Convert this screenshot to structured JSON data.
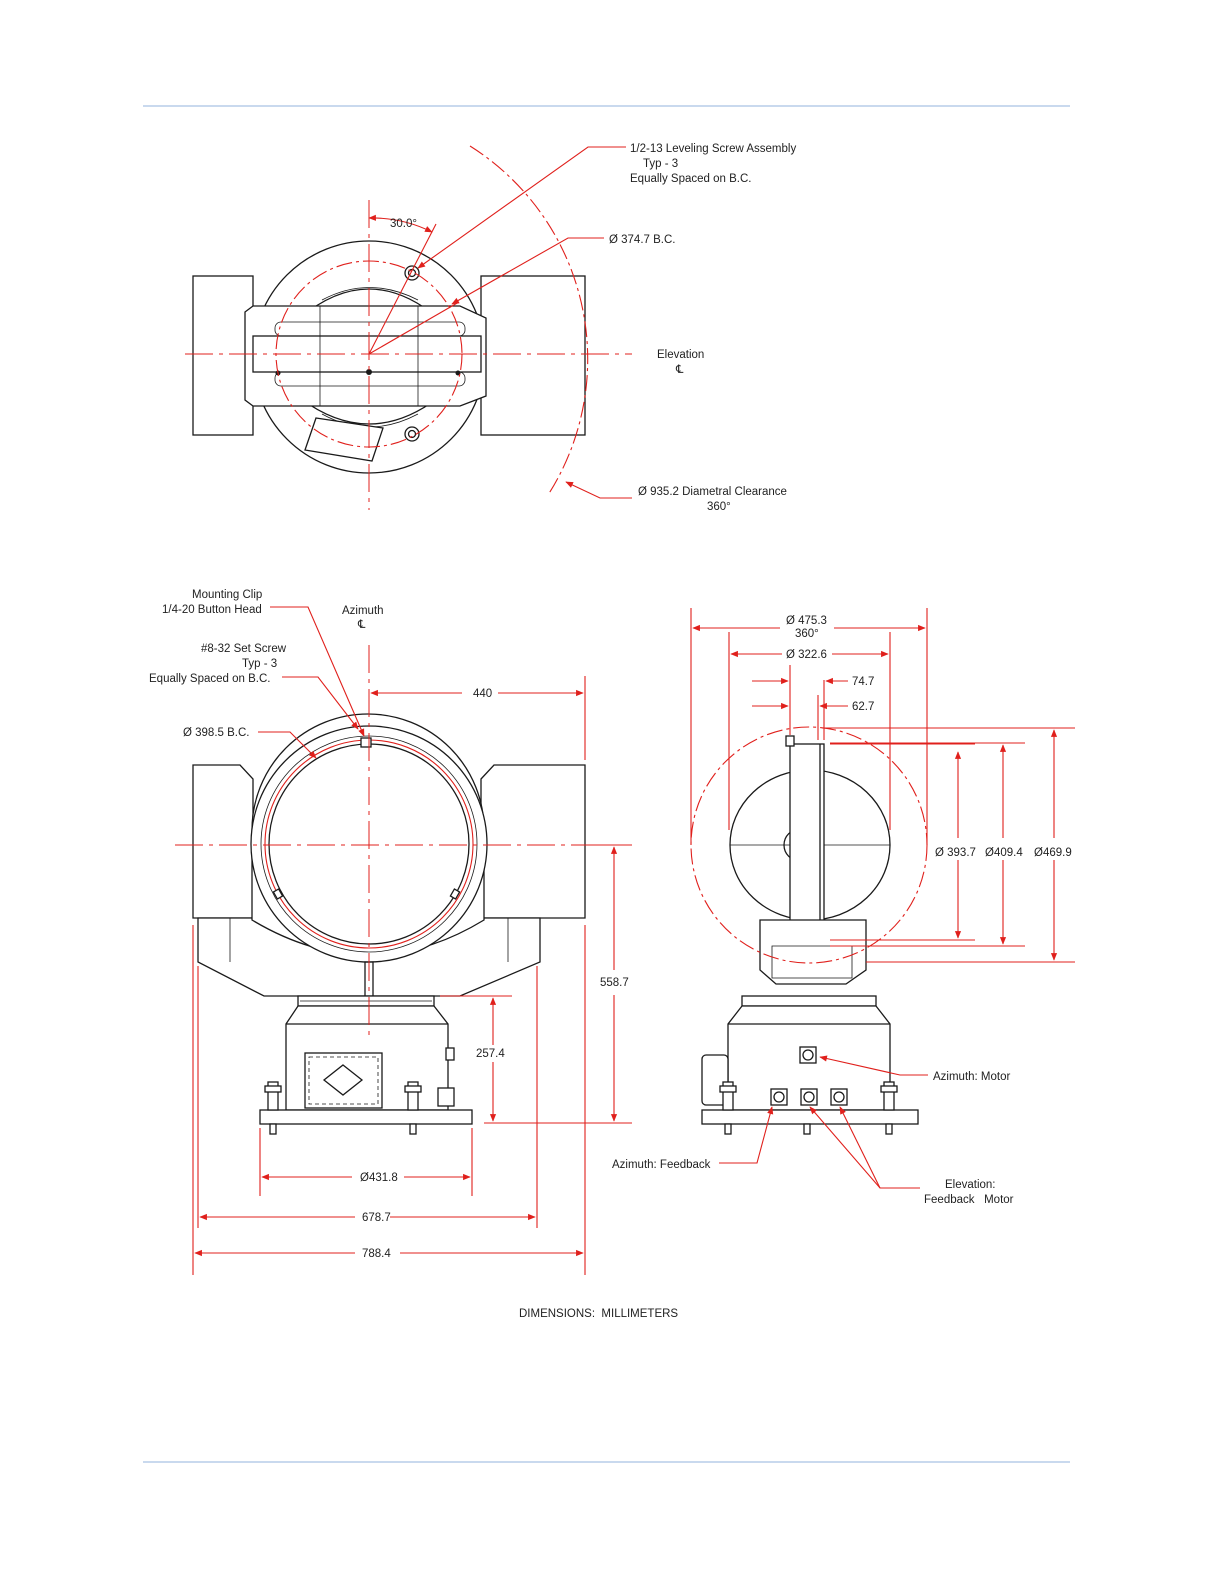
{
  "colors": {
    "rule": "#a9c2e3",
    "dimension": "#e0201c",
    "outline": "#1a1a1a"
  },
  "top_view": {
    "callout_leveling_1": "1/2-13 Leveling Screw Assembly",
    "callout_leveling_2": "Typ - 3",
    "callout_leveling_3": "Equally Spaced on B.C.",
    "angle": "30.0°",
    "bc_diameter": "Ø 374.7 B.C.",
    "elevation_label": "Elevation",
    "centerline_symbol": "℄",
    "clearance_1": "Ø 935.2 Diametral Clearance",
    "clearance_2": "360°"
  },
  "front_view": {
    "mounting_clip_1": "Mounting Clip",
    "mounting_clip_2": "1/4-20 Button Head",
    "azimuth_label": "Azimuth",
    "centerline_symbol": "℄",
    "set_screw_1": "#8-32 Set Screw",
    "set_screw_2": "Typ - 3",
    "set_screw_3": "Equally Spaced on B.C.",
    "bc_diameter": "Ø 398.5 B.C.",
    "dim_440": "440",
    "dim_558": "558.7",
    "dim_257": "257.4",
    "dim_431": "Ø431.8",
    "dim_678": "678.7",
    "dim_788": "788.4"
  },
  "side_view": {
    "dim_475": "Ø 475.3",
    "dim_475_angle": "360°",
    "dim_322": "Ø 322.6",
    "dim_74": "74.7",
    "dim_62": "62.7",
    "dim_393": "Ø 393.7",
    "dim_409": "Ø409.4",
    "dim_469": "Ø469.9",
    "azimuth_motor": "Azimuth: Motor",
    "azimuth_feedback": "Azimuth: Feedback",
    "elevation_1": "Elevation:",
    "elevation_2": "Feedback   Motor"
  },
  "footer_note": "DIMENSIONS:  MILLIMETERS"
}
